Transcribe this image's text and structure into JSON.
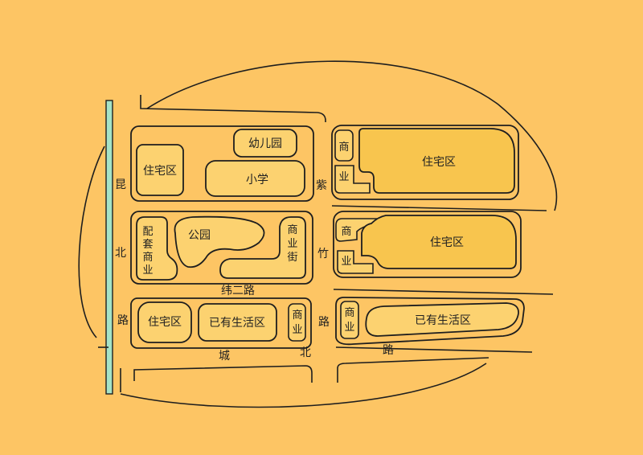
{
  "colors": {
    "background": "#FDC564",
    "zone_fill_light": "#FCD270",
    "zone_fill_dark": "#F8C54E",
    "outline": "#1E1E1E",
    "river": "#A6E3C7"
  },
  "roads": {
    "kunbei": [
      "昆",
      "北",
      "路"
    ],
    "zizhu": [
      "紫",
      "竹"
    ],
    "zizhu_lu": "路",
    "weier": "纬二路",
    "chengbei": [
      "城",
      "北"
    ],
    "bei_lu": "路"
  },
  "zones": {
    "kindergarten": "幼儿园",
    "primary_school": "小学",
    "residential_nw": "住宅区",
    "residential_ne": "住宅区",
    "residential_e": "住宅区",
    "residential_sw": "住宅区",
    "park": "公园",
    "supporting_commerce": [
      "配",
      "套",
      "商",
      "业"
    ],
    "commercial_street": [
      "商",
      "业",
      "街"
    ],
    "existing_living_w": "已有生活区",
    "existing_living_e": "已有生活区",
    "commerce_n": "商",
    "industry_n": "业",
    "commerce_mid": "商",
    "industry_mid": "业",
    "commerce_s_w": [
      "商",
      "业"
    ],
    "commerce_s_e": [
      "商",
      "业"
    ]
  }
}
